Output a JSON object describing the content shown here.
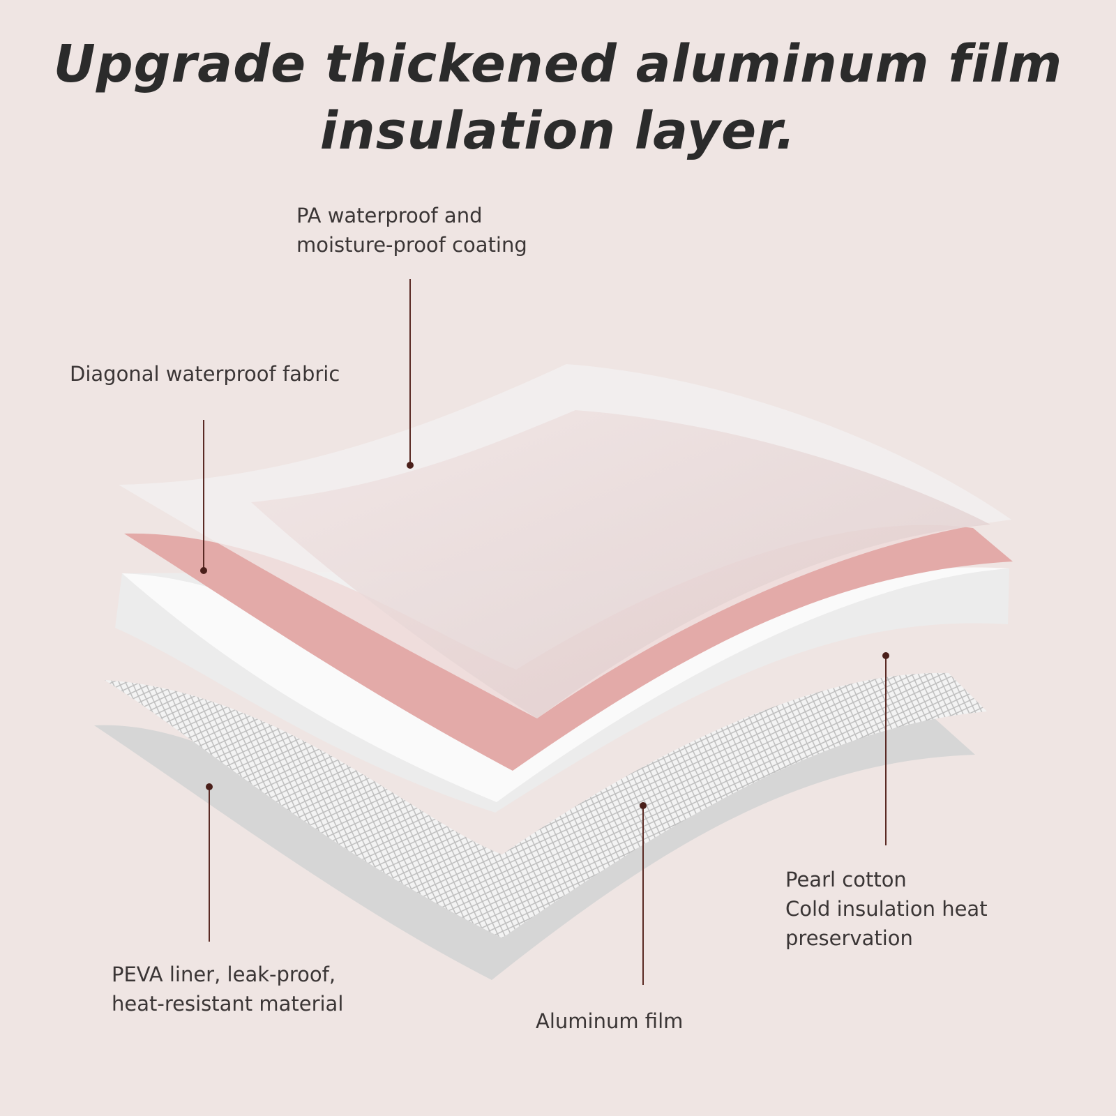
{
  "title": {
    "line1": "Upgrade thickened aluminum film",
    "line2": "insulation layer."
  },
  "labels": {
    "pa_line1": "PA waterproof and",
    "pa_line2": "moisture-proof coating",
    "diagonal": "Diagonal waterproof fabric",
    "pearl_line1": "Pearl cotton",
    "pearl_line2": "Cold insulation heat",
    "pearl_line3": "preservation",
    "peva_line1": "PEVA liner, leak-proof,",
    "peva_line2": "heat-resistant material",
    "aluminum": "Aluminum film"
  },
  "colors": {
    "background": "#efe5e3",
    "pink": "#e3aaa8",
    "gray": "#d6d6d6",
    "leader": "#5a2a24"
  }
}
